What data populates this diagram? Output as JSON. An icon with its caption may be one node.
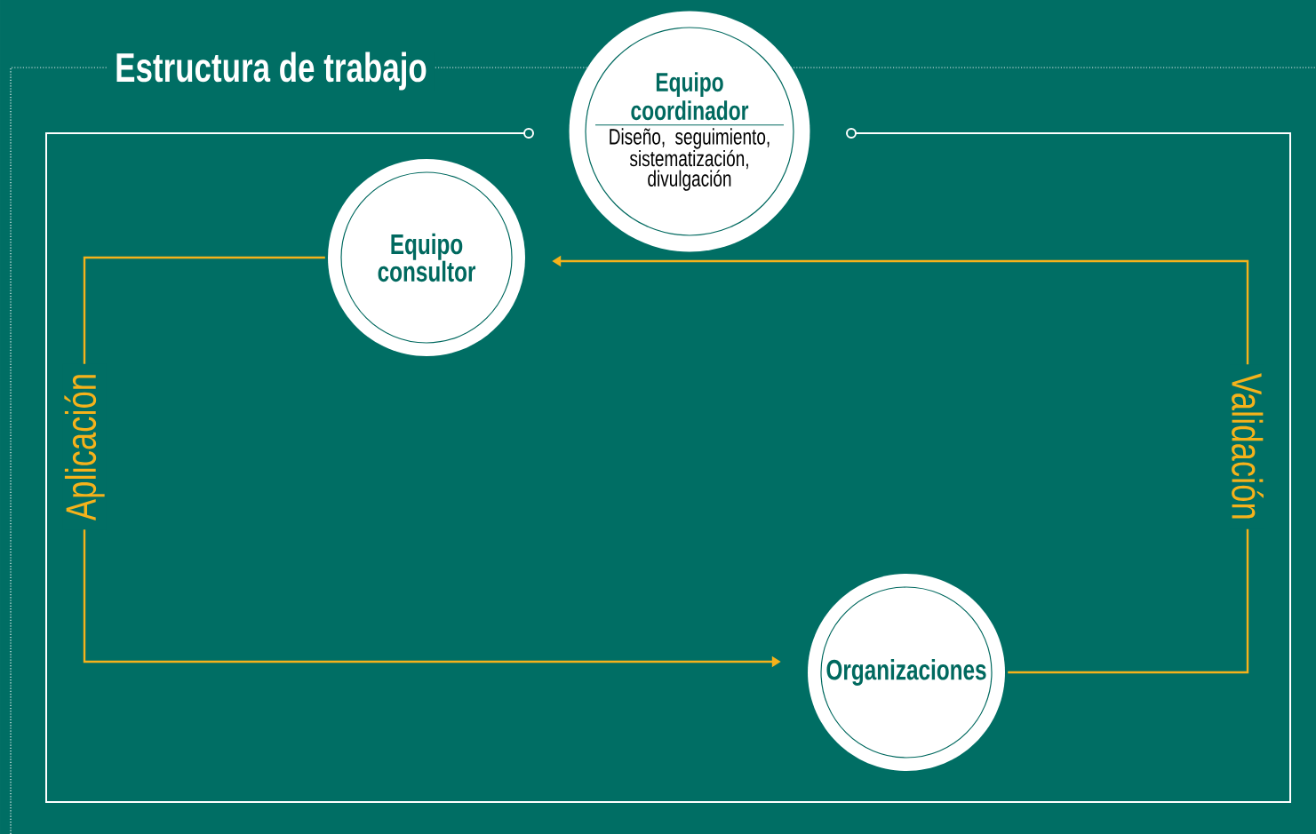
{
  "diagram": {
    "title": "Estructura de trabajo",
    "nodes": [
      {
        "text": [
          "Equipo coordinador",
          "Diseño, seguimiento, sistematización, divulgación"
        ]
      },
      {
        "text": [
          "Equipo consultor"
        ]
      },
      {
        "text": [
          "Organizaciones"
        ]
      }
    ],
    "edges": [
      {
        "from": 1,
        "to": 2,
        "arrow": "to",
        "label": "Aplicación"
      },
      {
        "from": 2,
        "to": 1,
        "arrow": "to",
        "label": "Validación"
      }
    ]
  }
}
